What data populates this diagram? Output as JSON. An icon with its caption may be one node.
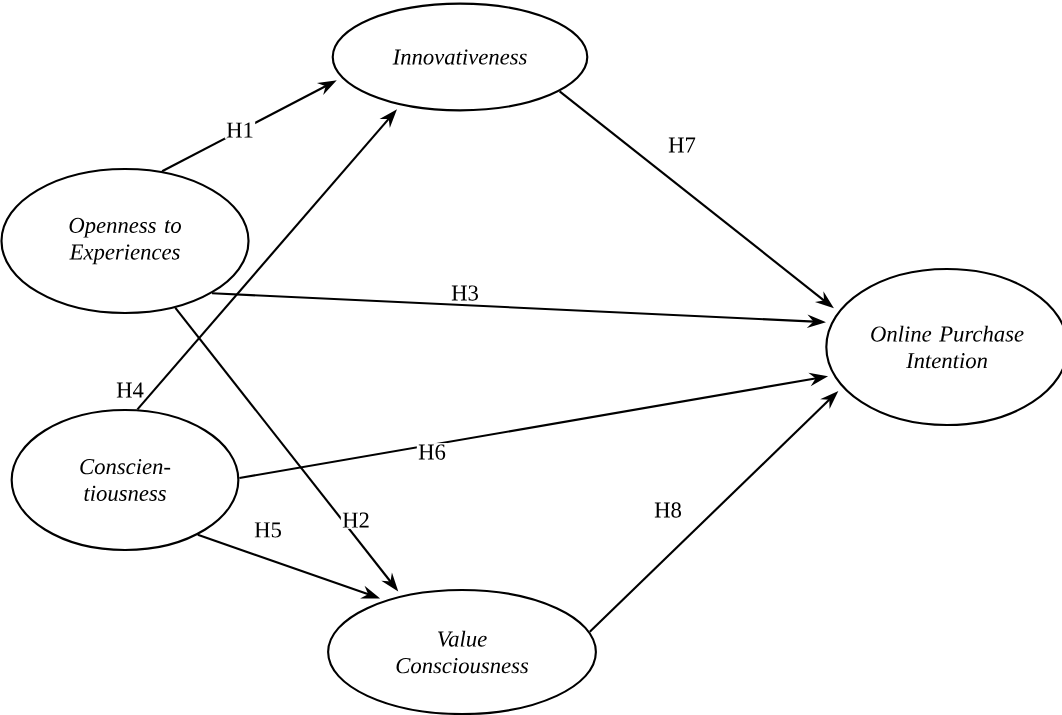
{
  "diagram": {
    "nodes": [
      {
        "text": [
          "Innovativeness"
        ]
      },
      {
        "text": [
          "Openness to Experiences"
        ]
      },
      {
        "text": [
          "Online Purchase Intention"
        ]
      },
      {
        "text": [
          "Conscien-tiousness"
        ]
      },
      {
        "text": [
          "Value Consciousness"
        ]
      }
    ],
    "edges": [
      {
        "from": 1,
        "to": 0,
        "arrow": "to",
        "label": "H1"
      },
      {
        "from": 1,
        "to": 4,
        "arrow": "to",
        "label": "H2"
      },
      {
        "from": 1,
        "to": 2,
        "arrow": "to",
        "label": "H3"
      },
      {
        "from": 3,
        "to": 0,
        "arrow": "to",
        "label": "H4"
      },
      {
        "from": 3,
        "to": 4,
        "arrow": "to",
        "label": "H5"
      },
      {
        "from": 3,
        "to": 2,
        "arrow": "to",
        "label": "H6"
      },
      {
        "from": 0,
        "to": 2,
        "arrow": "to",
        "label": "H7"
      },
      {
        "from": 4,
        "to": 2,
        "arrow": "to",
        "label": "H8"
      }
    ]
  }
}
